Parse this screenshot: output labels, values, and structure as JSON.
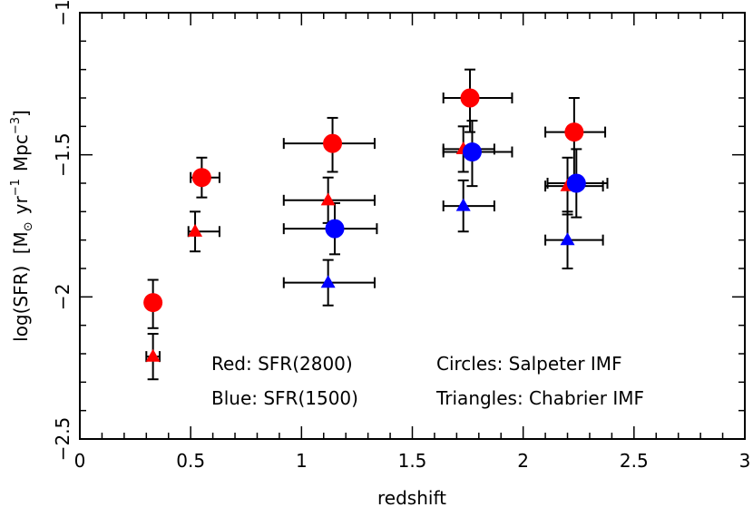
{
  "chart_data": {
    "type": "scatter",
    "xlabel": "redshift",
    "ylabel_main": "log(SFR)",
    "ylabel_units": {
      "M": "M",
      "sun": "⊙",
      "yr": "yr",
      "yr_exp": "−1",
      "mpc": "Mpc",
      "mpc_exp": "−3"
    },
    "xlim": [
      0,
      3
    ],
    "ylim": [
      -2.5,
      -1
    ],
    "x_ticks": [
      0,
      0.5,
      1,
      1.5,
      2,
      2.5,
      3
    ],
    "x_tick_labels": [
      "0",
      "0.5",
      "1",
      "1.5",
      "2",
      "2.5",
      "3"
    ],
    "y_ticks": [
      -2.5,
      -2,
      -1.5,
      -1
    ],
    "y_tick_labels": [
      "−2.5",
      "−2",
      "−1.5",
      "−1"
    ],
    "colors": {
      "red": "#ff0000",
      "blue": "#0000ff"
    },
    "series": [
      {
        "color": "red",
        "marker": "circle",
        "points": [
          {
            "x": 0.33,
            "y": -2.02,
            "xerr": [
              0.03,
              0.03
            ],
            "yerr": [
              0.09,
              0.08
            ]
          },
          {
            "x": 0.55,
            "y": -1.58,
            "xerr": [
              0.05,
              0.08
            ],
            "yerr": [
              0.07,
              0.07
            ]
          },
          {
            "x": 1.14,
            "y": -1.46,
            "xerr": [
              0.22,
              0.19
            ],
            "yerr": [
              0.1,
              0.09
            ]
          },
          {
            "x": 1.76,
            "y": -1.3,
            "xerr": [
              0.12,
              0.19
            ],
            "yerr": [
              0.12,
              0.1
            ]
          },
          {
            "x": 2.23,
            "y": -1.42,
            "xerr": [
              0.13,
              0.14
            ],
            "yerr": [
              0.16,
              0.12
            ]
          }
        ]
      },
      {
        "color": "red",
        "marker": "triangle",
        "points": [
          {
            "x": 0.33,
            "y": -2.21,
            "xerr": [
              0.03,
              0.03
            ],
            "yerr": [
              0.08,
              0.08
            ]
          },
          {
            "x": 0.52,
            "y": -1.77,
            "xerr": [
              0.03,
              0.11
            ],
            "yerr": [
              0.07,
              0.07
            ]
          },
          {
            "x": 1.12,
            "y": -1.66,
            "xerr": [
              0.2,
              0.21
            ],
            "yerr": [
              0.08,
              0.08
            ]
          },
          {
            "x": 1.73,
            "y": -1.48,
            "xerr": [
              0.09,
              0.14
            ],
            "yerr": [
              0.08,
              0.08
            ]
          },
          {
            "x": 2.2,
            "y": -1.61,
            "xerr": [
              0.1,
              0.16
            ],
            "yerr": [
              0.1,
              0.1
            ]
          }
        ]
      },
      {
        "color": "blue",
        "marker": "circle",
        "points": [
          {
            "x": 1.15,
            "y": -1.76,
            "xerr": [
              0.23,
              0.19
            ],
            "yerr": [
              0.09,
              0.09
            ]
          },
          {
            "x": 1.77,
            "y": -1.49,
            "xerr": [
              0.13,
              0.18
            ],
            "yerr": [
              0.12,
              0.11
            ]
          },
          {
            "x": 2.24,
            "y": -1.6,
            "xerr": [
              0.13,
              0.14
            ],
            "yerr": [
              0.12,
              0.12
            ]
          }
        ]
      },
      {
        "color": "blue",
        "marker": "triangle",
        "points": [
          {
            "x": 1.12,
            "y": -1.95,
            "xerr": [
              0.2,
              0.21
            ],
            "yerr": [
              0.08,
              0.08
            ]
          },
          {
            "x": 1.73,
            "y": -1.68,
            "xerr": [
              0.09,
              0.14
            ],
            "yerr": [
              0.09,
              0.09
            ]
          },
          {
            "x": 2.2,
            "y": -1.8,
            "xerr": [
              0.1,
              0.16
            ],
            "yerr": [
              0.1,
              0.1
            ]
          }
        ]
      }
    ],
    "annotations": [
      "Red: SFR(2800)",
      "Blue: SFR(1500)",
      "Circles: Salpeter IMF",
      "Triangles: Chabrier IMF"
    ]
  }
}
